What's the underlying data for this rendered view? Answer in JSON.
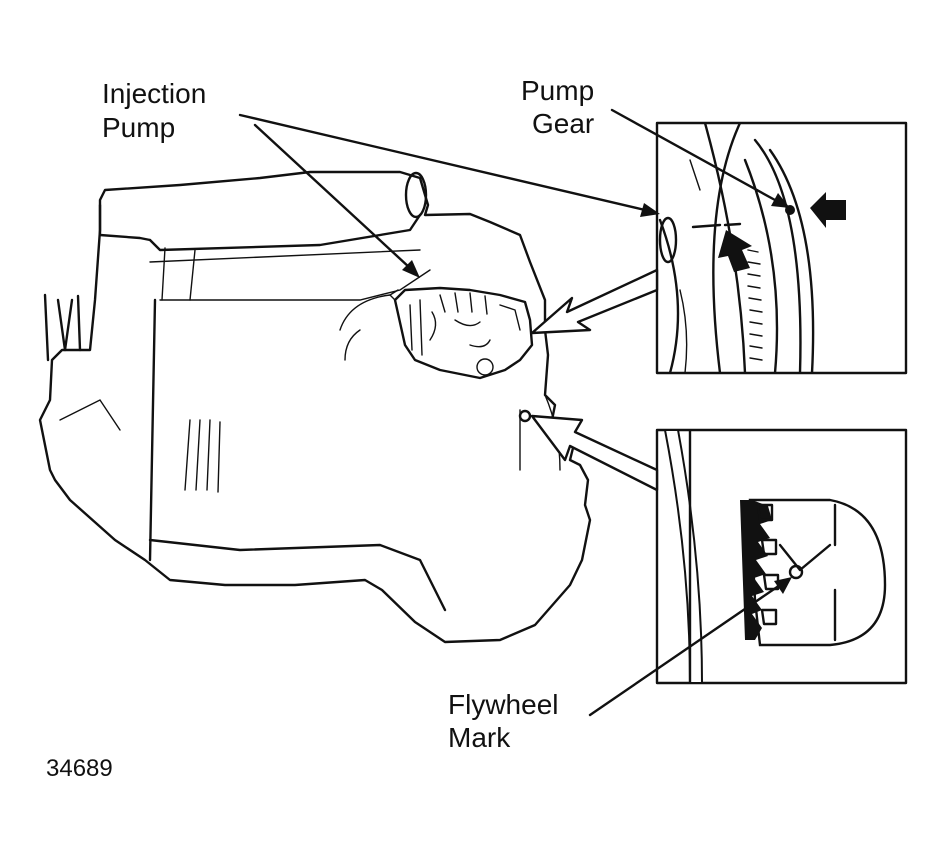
{
  "labels": {
    "injection_pump_line1": "Injection",
    "injection_pump_line2": "Pump",
    "pump_gear_line1": "Pump",
    "pump_gear_line2": "Gear",
    "flywheel_mark_line1": "Flywheel",
    "flywheel_mark_line2": "Mark"
  },
  "figure_number": "34689",
  "colors": {
    "ink": "#111111",
    "paper": "#ffffff"
  }
}
